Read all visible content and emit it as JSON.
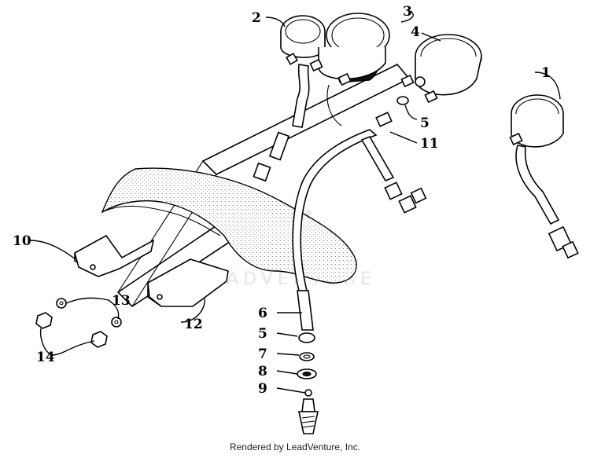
{
  "diagram": {
    "callouts": [
      {
        "id": "c1",
        "label": "1"
      },
      {
        "id": "c2",
        "label": "2"
      },
      {
        "id": "c3",
        "label": "3"
      },
      {
        "id": "c4",
        "label": "4"
      },
      {
        "id": "c5a",
        "label": "5"
      },
      {
        "id": "c11",
        "label": "11"
      },
      {
        "id": "c10",
        "label": "10"
      },
      {
        "id": "c13",
        "label": "13"
      },
      {
        "id": "c14",
        "label": "14"
      },
      {
        "id": "c12",
        "label": "12"
      },
      {
        "id": "c6",
        "label": "6"
      },
      {
        "id": "c5b",
        "label": "5"
      },
      {
        "id": "c7",
        "label": "7"
      },
      {
        "id": "c8",
        "label": "8"
      },
      {
        "id": "c9",
        "label": "9"
      }
    ],
    "watermark": "LEADVENTURE"
  },
  "footer": {
    "credit": "Rendered by LeadVenture, Inc."
  }
}
